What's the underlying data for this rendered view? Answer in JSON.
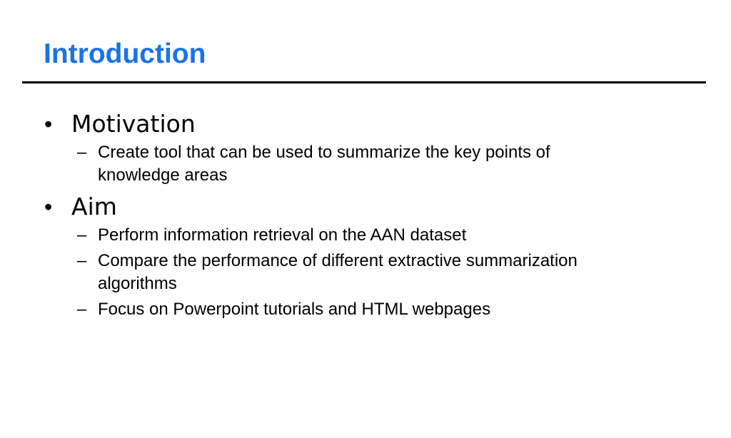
{
  "slide": {
    "title": "Introduction",
    "colors": {
      "title": "#1a73e8",
      "rule": "#000000"
    },
    "bullets": [
      {
        "marker": "•",
        "text": "Motivation",
        "sub": [
          {
            "marker": "–",
            "text": "Create tool that can be used to summarize the key points of knowledge areas"
          }
        ]
      },
      {
        "marker": "•",
        "text": "Aim",
        "sub": [
          {
            "marker": "–",
            "text": "Perform information retrieval on the AAN dataset"
          },
          {
            "marker": "–",
            "text": "Compare the performance of different extractive summarization algorithms"
          },
          {
            "marker": "–",
            "text": "Focus on Powerpoint tutorials and HTML webpages"
          }
        ]
      }
    ]
  }
}
